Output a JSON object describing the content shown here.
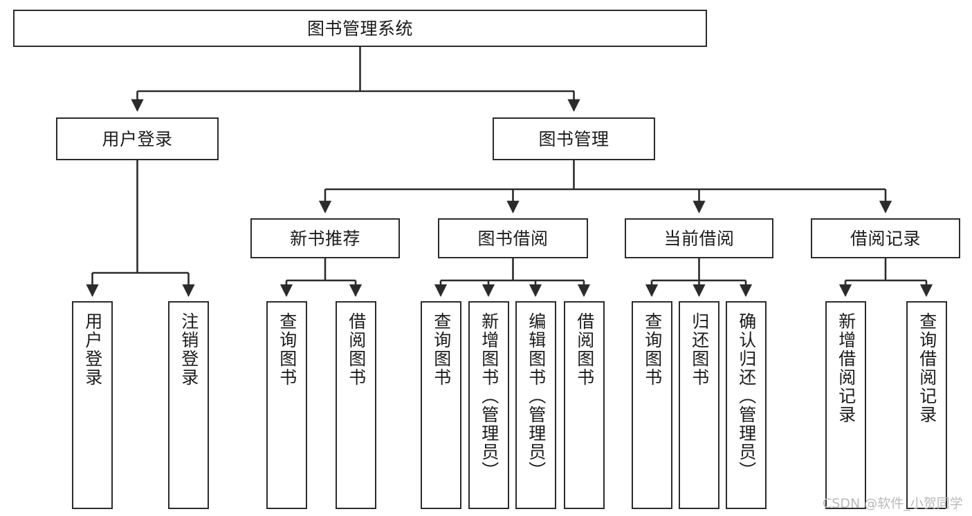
{
  "diagram": {
    "title": "图书管理系统",
    "type": "tree-hierarchy",
    "style": {
      "box_stroke": "#2b2b2b",
      "box_fill": "#ffffff",
      "text_color": "#1b1b1b",
      "link_color": "#2b2b2b",
      "background": "#ffffff",
      "watermark_color": "#b9b9b9"
    },
    "watermark": "CSDN @软件_小贺同学",
    "nodes": {
      "root": {
        "label": "图书管理系统"
      },
      "level2": [
        {
          "id": "user-login",
          "label": "用户登录"
        },
        {
          "id": "book-manage",
          "label": "图书管理"
        }
      ],
      "level3": [
        {
          "id": "new-book-recommend",
          "label": "新书推荐"
        },
        {
          "id": "book-borrow",
          "label": "图书借阅"
        },
        {
          "id": "current-borrow",
          "label": "当前借阅"
        },
        {
          "id": "borrow-record",
          "label": "借阅记录"
        }
      ],
      "leaves": {
        "user_login": [
          {
            "id": "leaf-user-login",
            "label": "用户登录"
          },
          {
            "id": "leaf-logout",
            "label": "注销登录"
          }
        ],
        "new_book_recommend": [
          {
            "id": "leaf-query-book-1",
            "label": "查询图书"
          },
          {
            "id": "leaf-borrow-book-1",
            "label": "借阅图书"
          }
        ],
        "book_borrow": [
          {
            "id": "leaf-query-book-2",
            "label": "查询图书"
          },
          {
            "id": "leaf-add-book",
            "label": "新增图书（管理员）"
          },
          {
            "id": "leaf-edit-book",
            "label": "编辑图书（管理员）"
          },
          {
            "id": "leaf-borrow-book-2",
            "label": "借阅图书"
          }
        ],
        "current_borrow": [
          {
            "id": "leaf-query-book-3",
            "label": "查询图书"
          },
          {
            "id": "leaf-return-book",
            "label": "归还图书"
          },
          {
            "id": "leaf-confirm-return",
            "label": "确认归还（管理员）"
          }
        ],
        "borrow_record": [
          {
            "id": "leaf-add-record",
            "label": "新增借阅记录"
          },
          {
            "id": "leaf-query-record",
            "label": "查询借阅记录"
          }
        ]
      }
    }
  }
}
